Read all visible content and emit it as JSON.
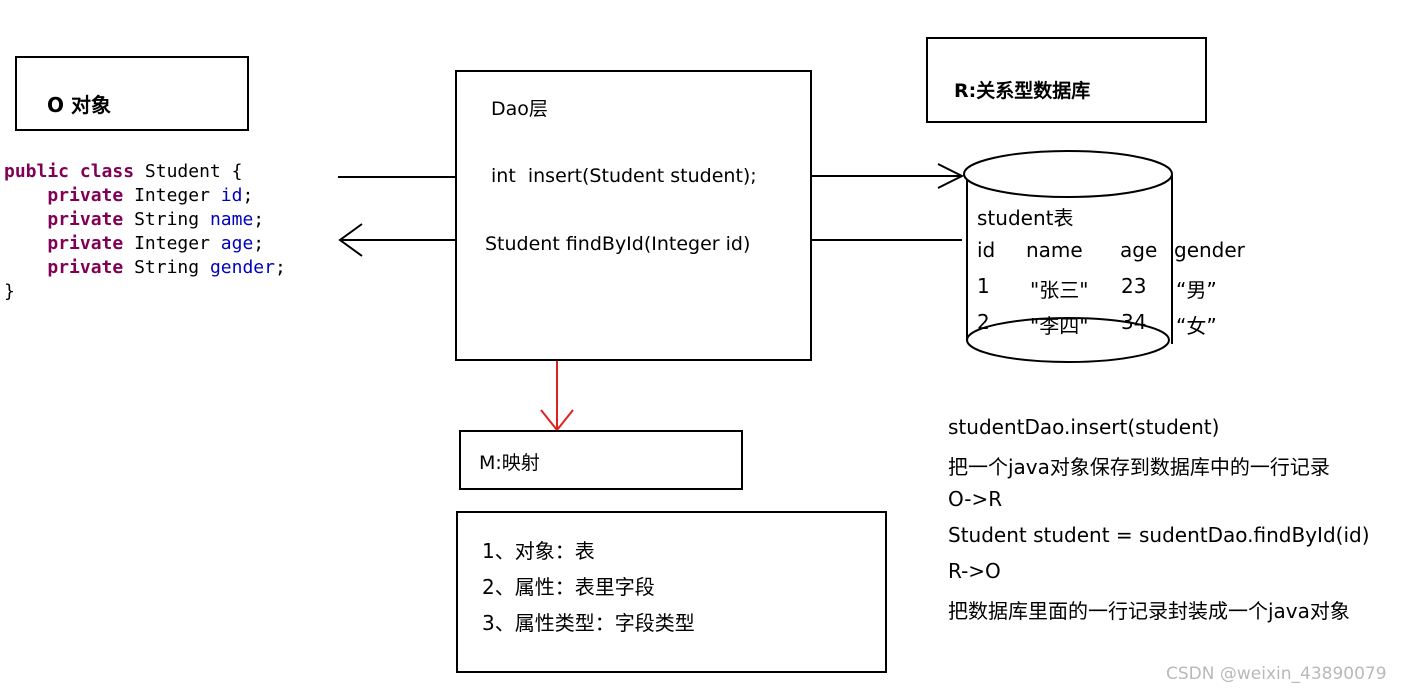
{
  "object_box": {
    "title": "O 对象"
  },
  "relational_box": {
    "title": "R:关系型数据库"
  },
  "mapping_box": {
    "title": "M:映射"
  },
  "code": {
    "line1": {
      "kw1": "public",
      "kw2": "class",
      "rest": "Student {"
    },
    "fields": [
      {
        "kw": "private",
        "type": "Integer",
        "name": "id"
      },
      {
        "kw": "private",
        "type": "String",
        "name": "name"
      },
      {
        "kw": "private",
        "type": "Integer",
        "name": "age"
      },
      {
        "kw": "private",
        "type": "String",
        "name": "gender"
      }
    ],
    "closing": "}"
  },
  "dao": {
    "title": "Dao层",
    "method_insert": "int  insert(Student student);",
    "method_find": "Student findById(Integer id)"
  },
  "db_table": {
    "name": "student表",
    "headers": [
      "id",
      "name",
      "age",
      "gender"
    ],
    "rows": [
      [
        "1",
        "\"张三\"",
        "23",
        "“男”"
      ],
      [
        "2",
        "\"李四\"",
        "34",
        "“女”"
      ]
    ]
  },
  "mapping_rules": [
    "1、对象：表",
    "2、属性：表里字段",
    "3、属性类型：字段类型"
  ],
  "notes": [
    "studentDao.insert(student)",
    "把一个java对象保存到数据库中的一行记录",
    "O->R",
    "Student student = sudentDao.findById(id)",
    "R->O",
    "把数据库里面的一行记录封装成一个java对象"
  ],
  "watermark": "CSDN @weixin_43890079",
  "colors": {
    "mapping_arrow": "#e02020",
    "keyword": "#7f0055",
    "field": "#0000c0"
  }
}
